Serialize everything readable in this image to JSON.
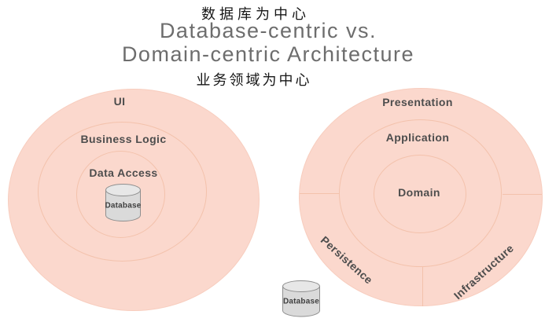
{
  "header": {
    "annotation_top": "数据库为中心",
    "title_line1": "Database-centric vs.",
    "title_line2": "Domain-centric Architecture",
    "annotation_bottom": "业务领域为中心"
  },
  "left_diagram": {
    "rings": [
      "UI",
      "Business Logic",
      "Data Access"
    ],
    "database_label": "Database"
  },
  "right_diagram": {
    "rings": [
      "Presentation",
      "Application",
      "Domain"
    ],
    "outer_sector_labels": [
      "Persistence",
      "Infrastructure"
    ],
    "database_label": "Database"
  },
  "colors": {
    "circle-fill": "#fbd8cd",
    "ring-line": "#f3c2ac",
    "label-text": "#4d4d4d",
    "title-text": "#6d6d6d",
    "annotation-text": "#161616",
    "cylinder-fill": "#dadada",
    "cylinder-top-fill": "#e7e7e7",
    "cylinder-stroke": "#8f8f8f"
  }
}
